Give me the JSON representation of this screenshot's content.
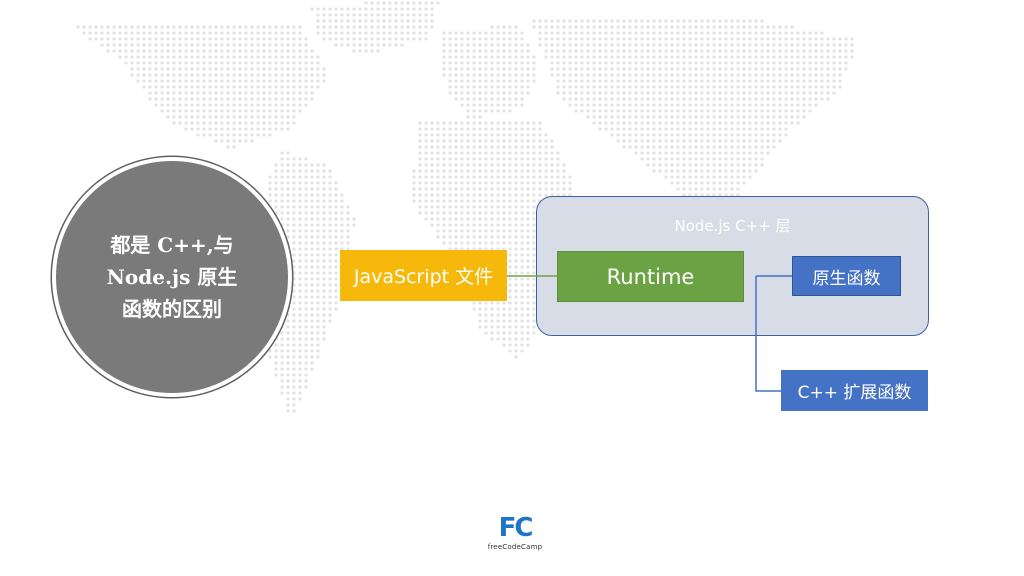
{
  "slide": {
    "circle_text": "都是 C++,与 Node.js 原生函数的区别"
  },
  "diagram": {
    "panel_title": "Node.js C++ 层",
    "nodes": {
      "javascript_file": "JavaScript 文件",
      "runtime": "Runtime",
      "native_functions": "原生函数",
      "cpp_extension_functions": "C++ 扩展函数"
    },
    "colors": {
      "javascript_file": "#f6b80a",
      "runtime": "#6ba344",
      "native": "#4472c4",
      "panel_fill": "#d7dce6",
      "panel_border": "#3f5f9f",
      "circle": "#7a7a7a"
    }
  },
  "branding": {
    "logo_mark": "FC",
    "logo_text": "freeCodeCamp"
  }
}
